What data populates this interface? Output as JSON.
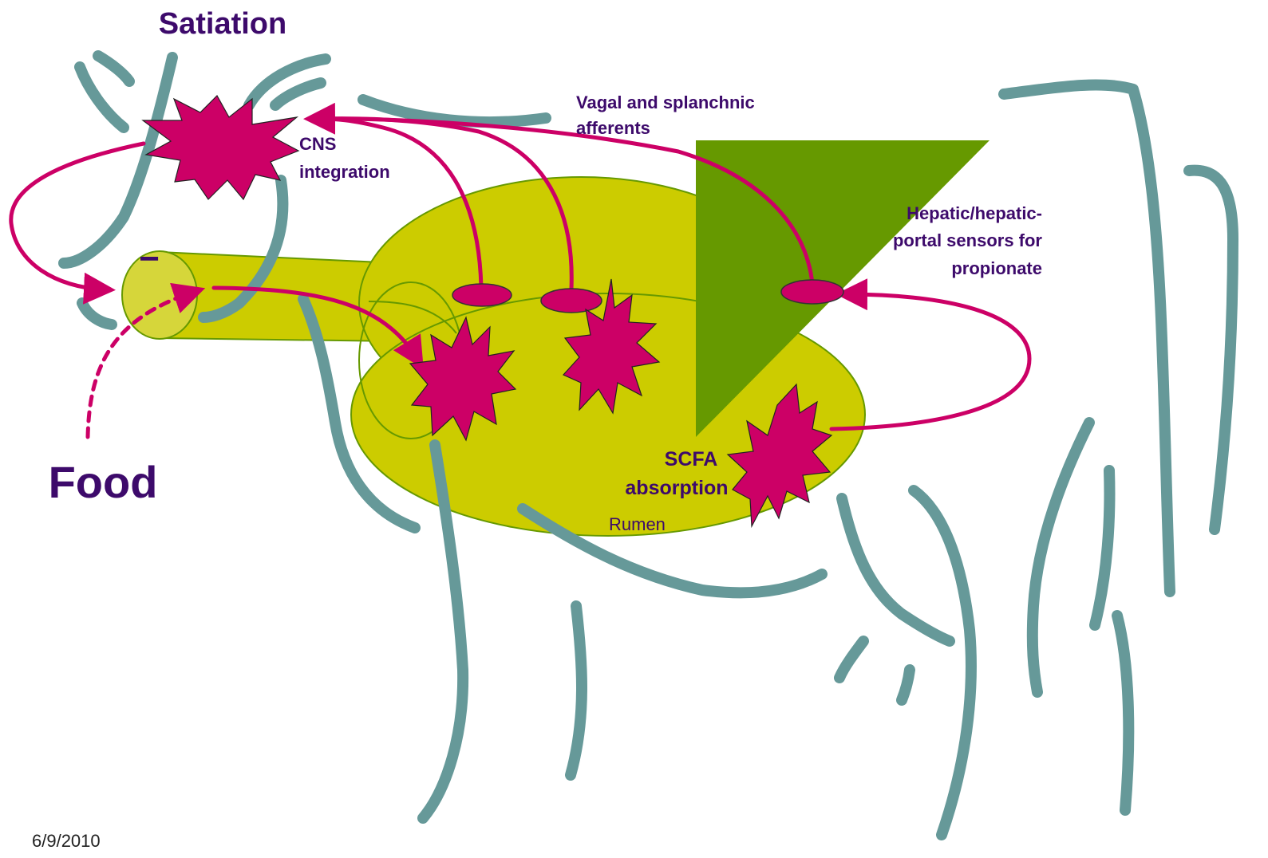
{
  "labels": {
    "satiation": "Satiation",
    "food": "Food",
    "cns_line1": "CNS",
    "cns_line2": "integration",
    "afferents_line1": "Vagal and splanchnic",
    "afferents_line2": "afferents",
    "hepatic_line1": "Hepatic/hepatic-",
    "hepatic_line2": "portal sensors for",
    "hepatic_line3": "propionate",
    "scfa_line1": "SCFA",
    "scfa_line2": "absorption",
    "rumen": "Rumen",
    "minus_sign": "−",
    "date": "6/9/2010"
  },
  "colors": {
    "cow_outline": "#669999",
    "gut": "#cccc00",
    "liver": "#669900",
    "signal": "#cc0066",
    "text": "#3d0a6b"
  }
}
